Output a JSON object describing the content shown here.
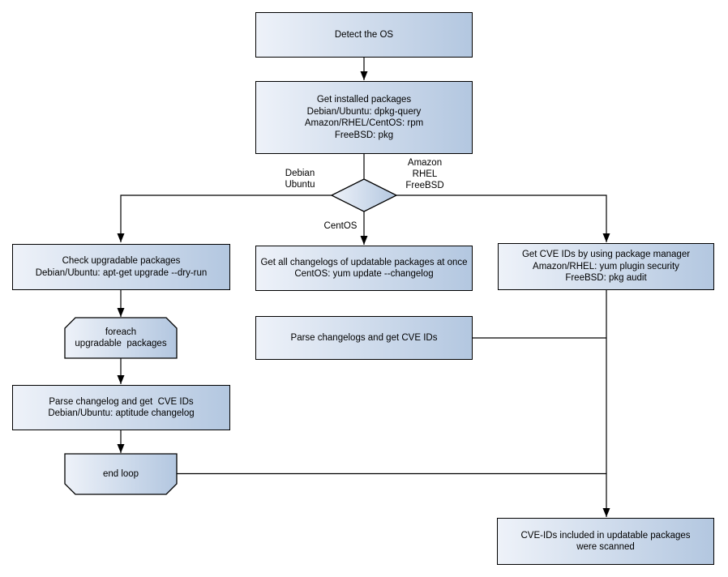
{
  "colors": {
    "node_fill_light": "#eef2f9",
    "node_fill_dark": "#b3c7e0",
    "node_border": "#000000",
    "connector": "#000000",
    "text": "#000000",
    "background": "#ffffff"
  },
  "nodes": {
    "detect_os": "Detect the OS",
    "get_installed_packages": "Get installed packages\nDebian/Ubuntu: dpkg-query\nAmazon/RHEL/CentOS: rpm\nFreeBSD: pkg",
    "check_upgradable": "Check upgradable packages\nDebian/Ubuntu: apt-get upgrade --dry-run",
    "foreach_loop": "foreach\nupgradable  packages",
    "parse_changelog": "Parse changelog and get  CVE IDs\nDebian/Ubuntu: aptitude changelog",
    "end_loop": "end loop",
    "get_all_changelogs": "Get all changelogs of updatable packages at once\nCentOS: yum update --changelog",
    "parse_changelogs": "Parse changelogs and get CVE IDs",
    "get_cve_ids_pkg_manager": "Get CVE IDs by using package manager\nAmazon/RHEL: yum plugin security\nFreeBSD: pkg audit",
    "result": "CVE-IDs included in updatable packages\nwere scanned"
  },
  "branch_labels": {
    "debian_ubuntu": "Debian\nUbuntu",
    "amazon_rhel_freebsd": "Amazon\nRHEL\nFreeBSD",
    "centos": "CentOS"
  }
}
